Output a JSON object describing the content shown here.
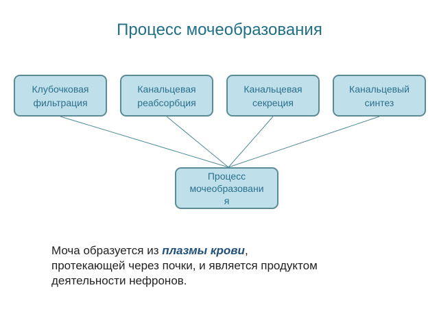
{
  "title": "Процесс мочеобразования",
  "top_boxes": [
    "Клубочковая\nфильтрация",
    "Канальцевая\nреабсорбция",
    "Канальцевая\nсекреция",
    "Канальцевый\nсинтез"
  ],
  "bottom_box": "Процесс\nмочеобразовани\nя",
  "description": {
    "part1": "Моча образуется из ",
    "emphasis": "плазмы крови",
    "part2": ",\nпротекающей через почки,  и является продуктом\nдеятельности нефронов."
  },
  "colors": {
    "box_fill": "#bfe0ea",
    "box_border": "#5a8a93",
    "title": "#1f6f85"
  }
}
